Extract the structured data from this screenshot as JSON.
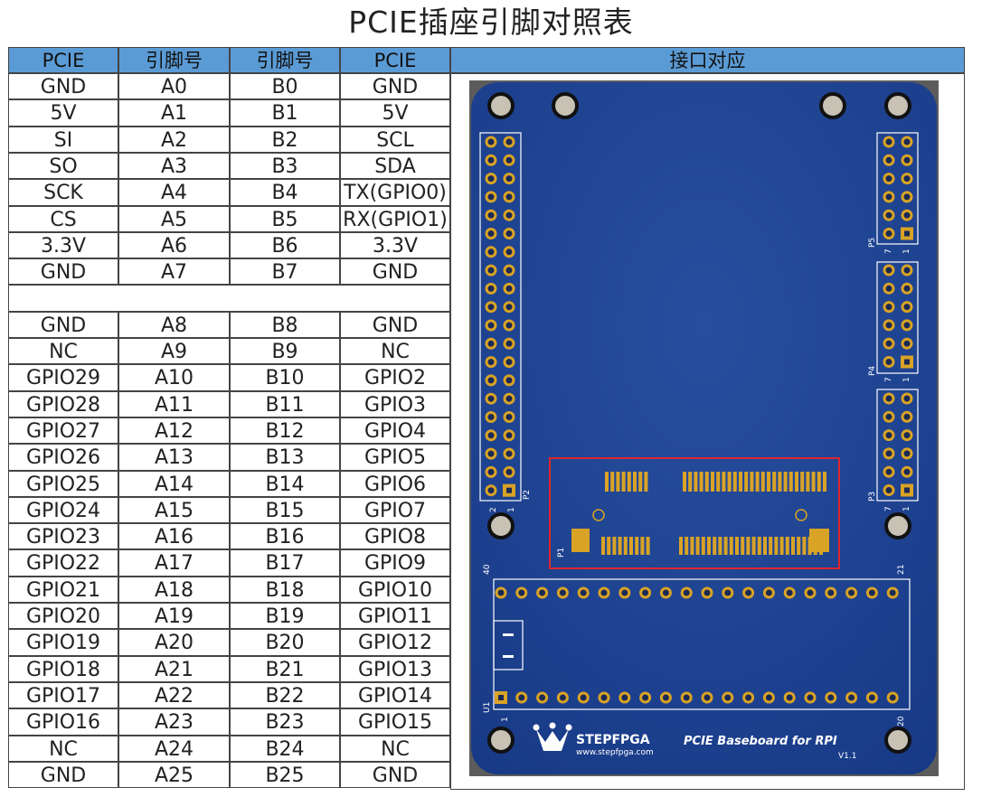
{
  "title": "PCIE插座引脚对照表",
  "headers": [
    "PCIE",
    "引脚号",
    "引脚号",
    "PCIE",
    "接口对应"
  ],
  "rows": [
    [
      "GND",
      "A0",
      "B0",
      "GND"
    ],
    [
      "5V",
      "A1",
      "B1",
      "5V"
    ],
    [
      "SI",
      "A2",
      "B2",
      "SCL"
    ],
    [
      "SO",
      "A3",
      "B3",
      "SDA"
    ],
    [
      "SCK",
      "A4",
      "B4",
      "TX(GPIO0)"
    ],
    [
      "CS",
      "A5",
      "B5",
      "RX(GPIO1)"
    ],
    [
      "3.3V",
      "A6",
      "B6",
      "3.3V"
    ],
    [
      "GND",
      "A7",
      "B7",
      "GND"
    ],
    null,
    [
      "GND",
      "A8",
      "B8",
      "GND"
    ],
    [
      "NC",
      "A9",
      "B9",
      "NC"
    ],
    [
      "GPIO29",
      "A10",
      "B10",
      "GPIO2"
    ],
    [
      "GPIO28",
      "A11",
      "B11",
      "GPIO3"
    ],
    [
      "GPIO27",
      "A12",
      "B12",
      "GPIO4"
    ],
    [
      "GPIO26",
      "A13",
      "B13",
      "GPIO5"
    ],
    [
      "GPIO25",
      "A14",
      "B14",
      "GPIO6"
    ],
    [
      "GPIO24",
      "A15",
      "B15",
      "GPIO7"
    ],
    [
      "GPIO23",
      "A16",
      "B16",
      "GPIO8"
    ],
    [
      "GPIO22",
      "A17",
      "B17",
      "GPIO9"
    ],
    [
      "GPIO21",
      "A18",
      "B18",
      "GPIO10"
    ],
    [
      "GPIO20",
      "A19",
      "B19",
      "GPIO11"
    ],
    [
      "GPIO19",
      "A20",
      "B20",
      "GPIO12"
    ],
    [
      "GPIO18",
      "A21",
      "B21",
      "GPIO13"
    ],
    [
      "GPIO17",
      "A22",
      "B22",
      "GPIO14"
    ],
    [
      "GPIO16",
      "A23",
      "B23",
      "GPIO15"
    ],
    [
      "NC",
      "A24",
      "B24",
      "NC"
    ],
    [
      "GND",
      "A25",
      "B25",
      "GND"
    ]
  ],
  "board": {
    "brand": "STEPFPGA",
    "url": "www.stepfpga.com",
    "name": "PCIE Baseboard for RPI",
    "version": "V1.1",
    "labels": {
      "p1": "P1",
      "p2": "P2",
      "p3": "P3",
      "p4": "P4",
      "p5": "P5",
      "u1": "U1",
      "n1": "1",
      "n2": "2",
      "n7": "7",
      "n20": "20",
      "n21": "21",
      "n40": "40"
    },
    "colors": {
      "board": "#1c3f8e",
      "gold": "#d9a326",
      "silk": "#ffffff",
      "highlight": "#e0262c"
    }
  }
}
